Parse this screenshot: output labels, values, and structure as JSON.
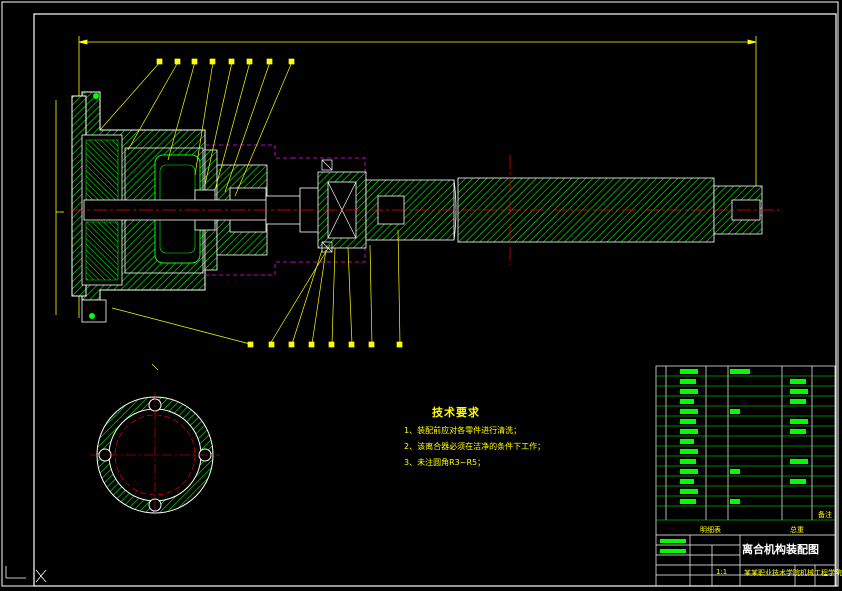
{
  "drawing": {
    "title": "离合机构装配图",
    "technical_requirements": {
      "heading": "技术要求",
      "items": [
        "1、装配前应对各零件进行清洗；",
        "2、该离合器必须在洁净的条件下工作；",
        "3、未注圆角R3~R5；"
      ]
    },
    "title_block": {
      "section_label": "明细表",
      "total_label": "总重",
      "remark_label": "备注",
      "school": "某某职业技术学院机械工程学院",
      "scale_label": "1:1"
    }
  },
  "colors": {
    "background": "#000000",
    "outline": "#ffffff",
    "part": "#00ff00",
    "hidden": "#ff00ff",
    "center": "#ff0000",
    "dimension": "#ffff00",
    "callout": "#ffff00"
  }
}
